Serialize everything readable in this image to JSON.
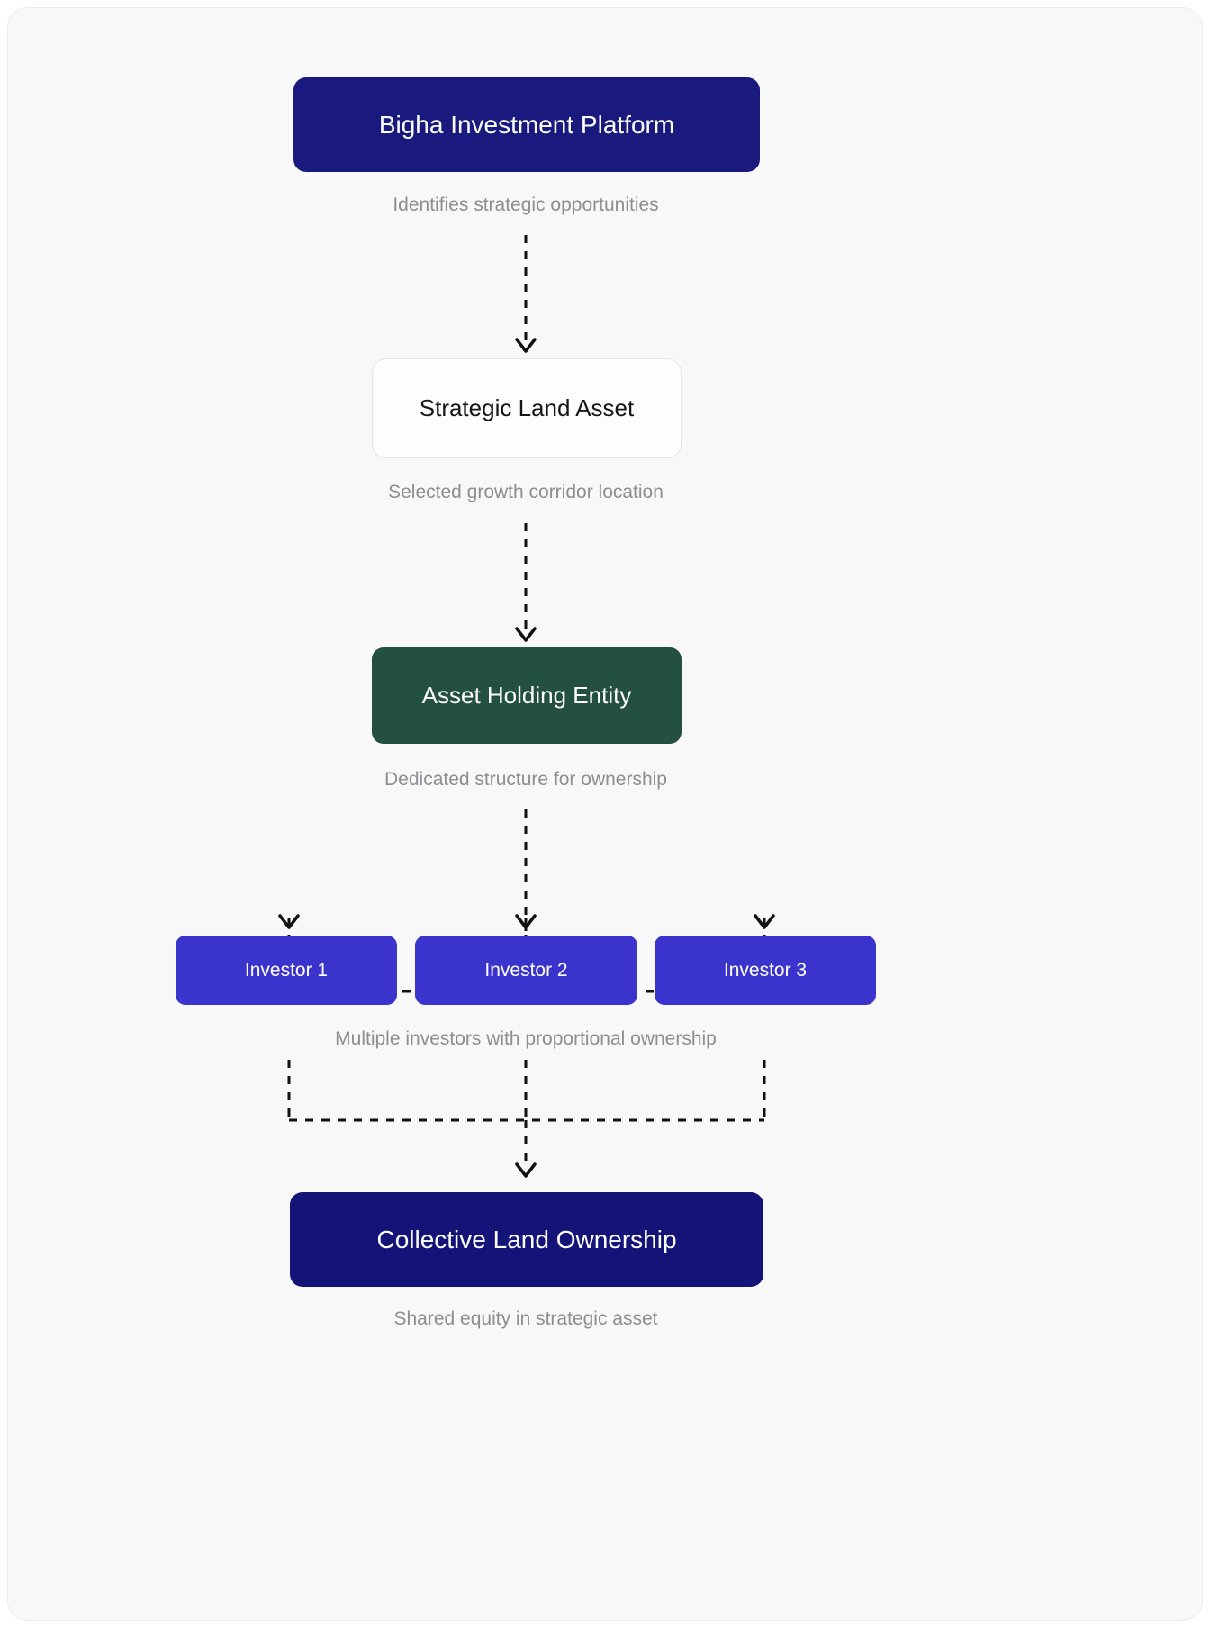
{
  "diagram": {
    "type": "flowchart",
    "direction": "top-to-bottom",
    "background_color": "#f8f8f9",
    "nodes": [
      {
        "id": "platform",
        "label": "Bigha Investment Platform",
        "fill": "#1a1a7e",
        "text_color": "#ffffff"
      },
      {
        "id": "asset",
        "label": "Strategic Land Asset",
        "fill": "#fdfdfd",
        "text_color": "#16161a"
      },
      {
        "id": "entity",
        "label": "Asset Holding Entity",
        "fill": "#23503f",
        "text_color": "#ffffff"
      },
      {
        "id": "investor1",
        "label": "Investor 1",
        "fill": "#3b34cc",
        "text_color": "#ffffff"
      },
      {
        "id": "investor2",
        "label": "Investor 2",
        "fill": "#3b34cc",
        "text_color": "#ffffff"
      },
      {
        "id": "investor3",
        "label": "Investor 3",
        "fill": "#3b34cc",
        "text_color": "#ffffff"
      },
      {
        "id": "collective",
        "label": "Collective Land Ownership",
        "fill": "#141478",
        "text_color": "#ffffff"
      }
    ],
    "edges": [
      {
        "from": "platform",
        "to": "asset",
        "label": "Identifies strategic opportunities",
        "style": "dashed"
      },
      {
        "from": "asset",
        "to": "entity",
        "label": "Selected growth corridor location",
        "style": "dashed"
      },
      {
        "from": "entity",
        "to": "investors",
        "label": "Dedicated structure for ownership",
        "style": "dashed"
      },
      {
        "from": "investors",
        "to": "collective",
        "label": "Multiple investors with proportional ownership",
        "style": "dashed"
      },
      {
        "from": "collective",
        "to": "",
        "label": "Shared equity in strategic asset",
        "style": "caption"
      }
    ],
    "edge_label_color": "#8d8d92",
    "connector_color": "#111111"
  }
}
